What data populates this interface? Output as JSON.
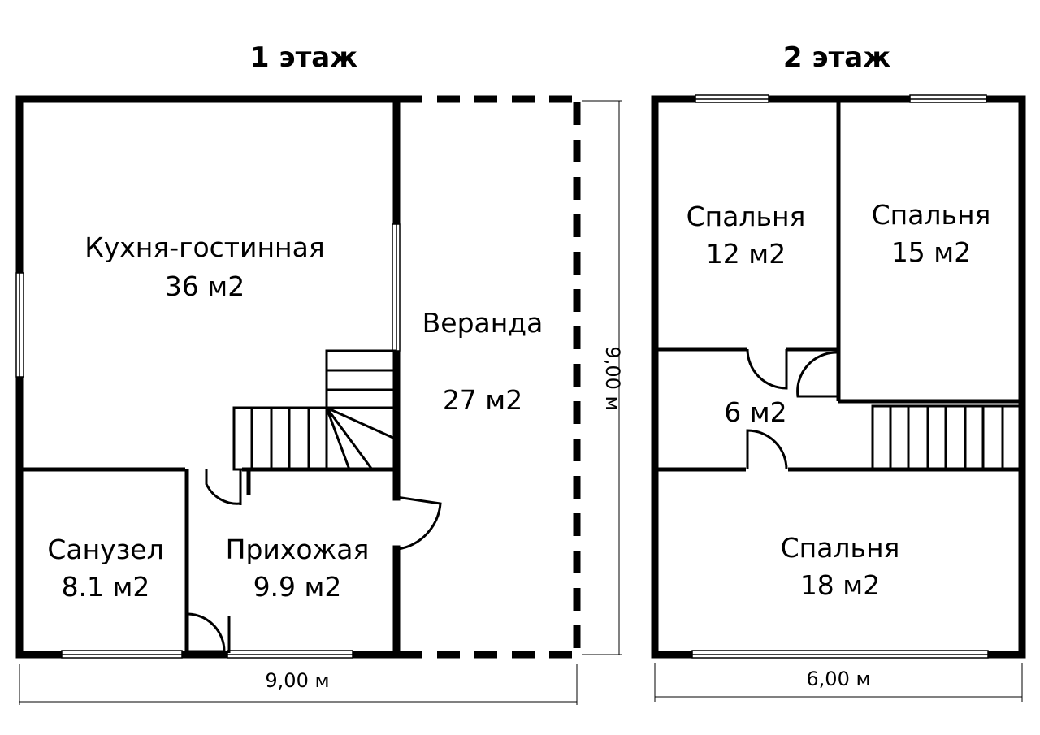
{
  "floors": [
    {
      "title": "1 этаж",
      "width_label": "9,00 м",
      "height_label": "9,00 м",
      "rooms": [
        {
          "name": "Кухня-гостинная",
          "area": "36 м2"
        },
        {
          "name": "Веранда",
          "area": "27 м2"
        },
        {
          "name": "Санузел",
          "area": "8.1 м2"
        },
        {
          "name": "Прихожая",
          "area": "9.9 м2"
        }
      ]
    },
    {
      "title": "2 этаж",
      "width_label": "6,00 м",
      "rooms": [
        {
          "name": "Спальня",
          "area": "12 м2"
        },
        {
          "name": "Спальня",
          "area": "15 м2"
        },
        {
          "name": "",
          "area": "6 м2"
        },
        {
          "name": "Спальня",
          "area": "18 м2"
        }
      ]
    }
  ],
  "colors": {
    "wall": "#000000",
    "background": "#ffffff"
  }
}
